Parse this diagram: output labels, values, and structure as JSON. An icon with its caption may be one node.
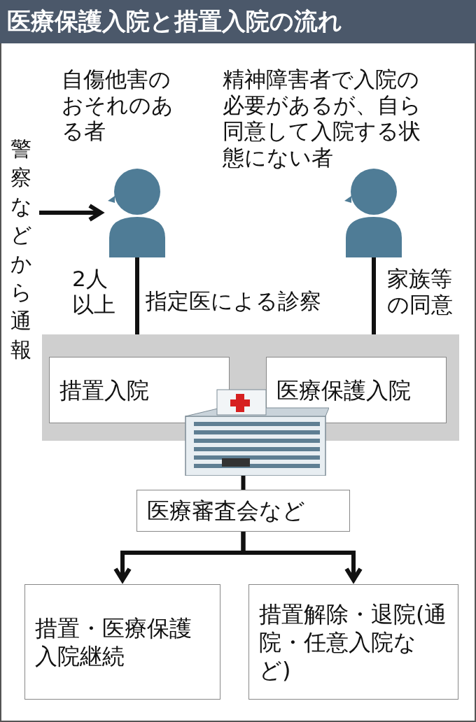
{
  "diagram": {
    "title": "医療保護入院と措置入院の流れ",
    "nodes": [
      {
        "text": [],
        "shape": "person",
        "beside": [
          "自傷他害のおそれのある者"
        ]
      },
      {
        "text": [],
        "shape": "person",
        "beside": [
          "精神障害者で入院の必要があるが、自ら同意して入院する状態にない者"
        ]
      },
      {
        "text": [
          "警察などから通報"
        ]
      },
      {
        "text": [],
        "shape": "box"
      },
      {
        "text": [
          "措置入院"
        ],
        "in": 3
      },
      {
        "text": [
          "医療保護入院"
        ],
        "in": 3
      },
      {
        "text": [],
        "shape": "picture"
      },
      {
        "text": [
          "医療審査会など"
        ]
      },
      {
        "text": [
          "措置・医療保護入院継続"
        ]
      },
      {
        "text": [
          "措置解除・退院(通院・任意入院など)"
        ]
      }
    ],
    "edges": [
      {
        "from": 2,
        "to": 0,
        "arrow": "to"
      },
      {
        "from": 0,
        "to": 4,
        "arrow": "to",
        "label": "2人以上"
      },
      {
        "from": 1,
        "to": 5,
        "arrow": "to",
        "label": "家族等の同意"
      },
      {
        "from": 6,
        "to": 7,
        "arrow": "none"
      },
      {
        "from": 7,
        "to": 8,
        "arrow": "to"
      },
      {
        "from": 7,
        "to": 9,
        "arrow": "to"
      }
    ],
    "labels": [
      "指定医による診察"
    ]
  }
}
